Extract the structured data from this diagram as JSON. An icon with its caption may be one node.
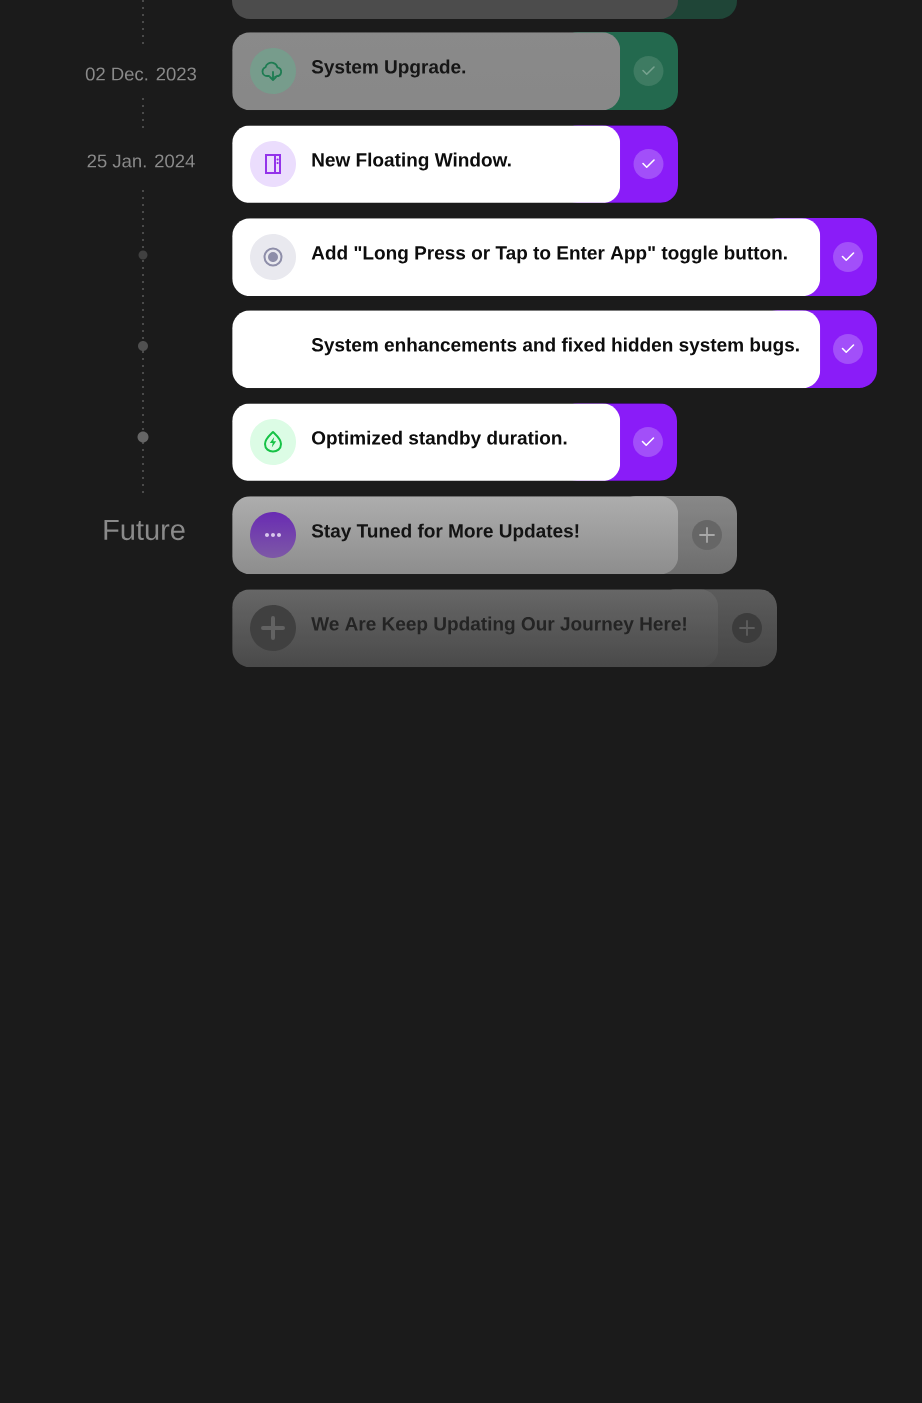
{
  "diagram": {
    "nodes": [
      {
        "text": [],
        "shape": "box"
      },
      {
        "text": [
          "System Upgrade."
        ]
      },
      {
        "text": [
          "New Floating Window."
        ]
      },
      {
        "text": [
          "Add \"Long Press or Tap to Enter App\" toggle button."
        ]
      },
      {
        "text": [
          "System enhancements and fixed hidden system bugs."
        ]
      },
      {
        "text": [
          "Optimized standby duration."
        ]
      },
      {
        "text": [
          "Stay Tuned for More Updates!"
        ]
      },
      {
        "text": [
          "We Are Keep Updating Our Journey Here!"
        ]
      }
    ],
    "labels": [
      "02 Dec. 2023",
      "25 Jan. 2024",
      "Future"
    ]
  }
}
